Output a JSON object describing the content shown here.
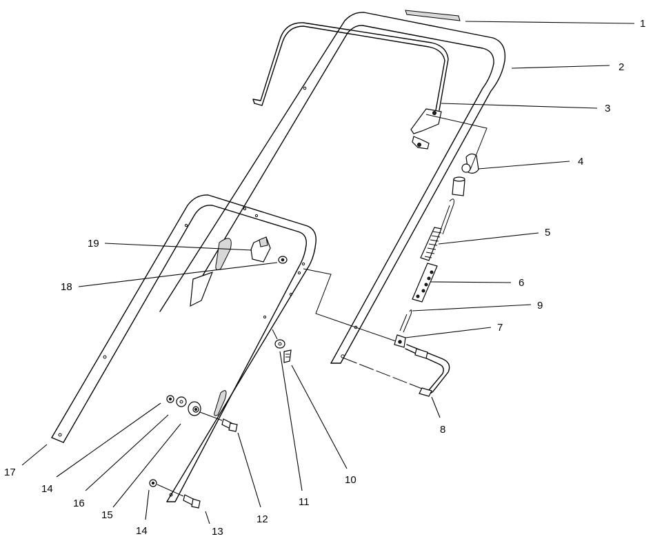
{
  "callouts": [
    {
      "id": "c1",
      "label": "1"
    },
    {
      "id": "c2",
      "label": "2"
    },
    {
      "id": "c3",
      "label": "3"
    },
    {
      "id": "c4",
      "label": "4"
    },
    {
      "id": "c5",
      "label": "5"
    },
    {
      "id": "c6",
      "label": "6"
    },
    {
      "id": "c9",
      "label": "9"
    },
    {
      "id": "c7",
      "label": "7"
    },
    {
      "id": "c8",
      "label": "8"
    },
    {
      "id": "c19",
      "label": "19"
    },
    {
      "id": "c18",
      "label": "18"
    },
    {
      "id": "c17",
      "label": "17"
    },
    {
      "id": "c14a",
      "label": "14"
    },
    {
      "id": "c16",
      "label": "16"
    },
    {
      "id": "c15",
      "label": "15"
    },
    {
      "id": "c14b",
      "label": "14"
    },
    {
      "id": "c13",
      "label": "13"
    },
    {
      "id": "c12",
      "label": "12"
    },
    {
      "id": "c11",
      "label": "11"
    },
    {
      "id": "c10",
      "label": "10"
    }
  ]
}
